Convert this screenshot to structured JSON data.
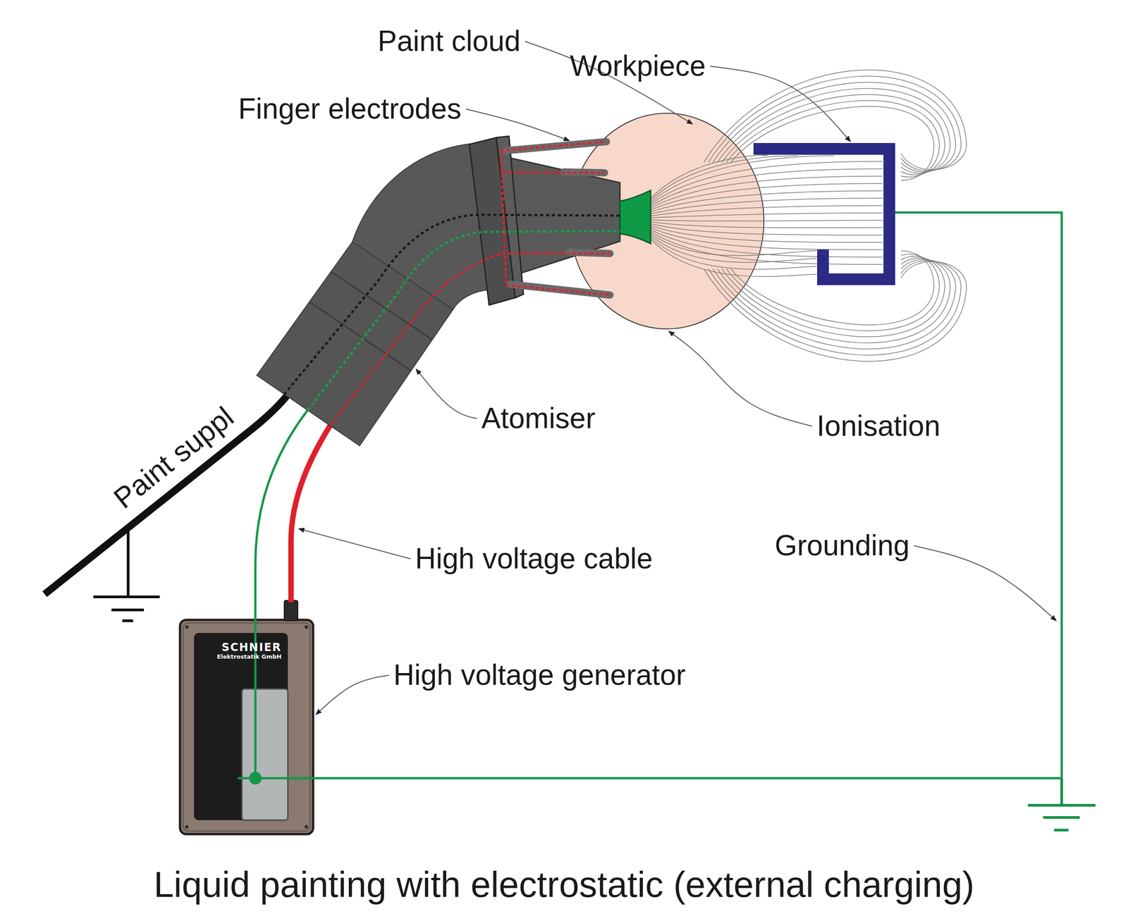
{
  "diagram": {
    "caption": "Liquid painting with electrostatic (external charging)",
    "nodes": [
      {
        "text": [
          "SCHNIER",
          "Elektrostatik GmbH"
        ]
      }
    ],
    "labels": [
      "Paint cloud",
      "Workpiece",
      "Finger electrodes",
      "Atomiser",
      "Ionisation",
      "Paint suppl",
      "High voltage cable",
      "Grounding",
      "High voltage generator"
    ]
  }
}
